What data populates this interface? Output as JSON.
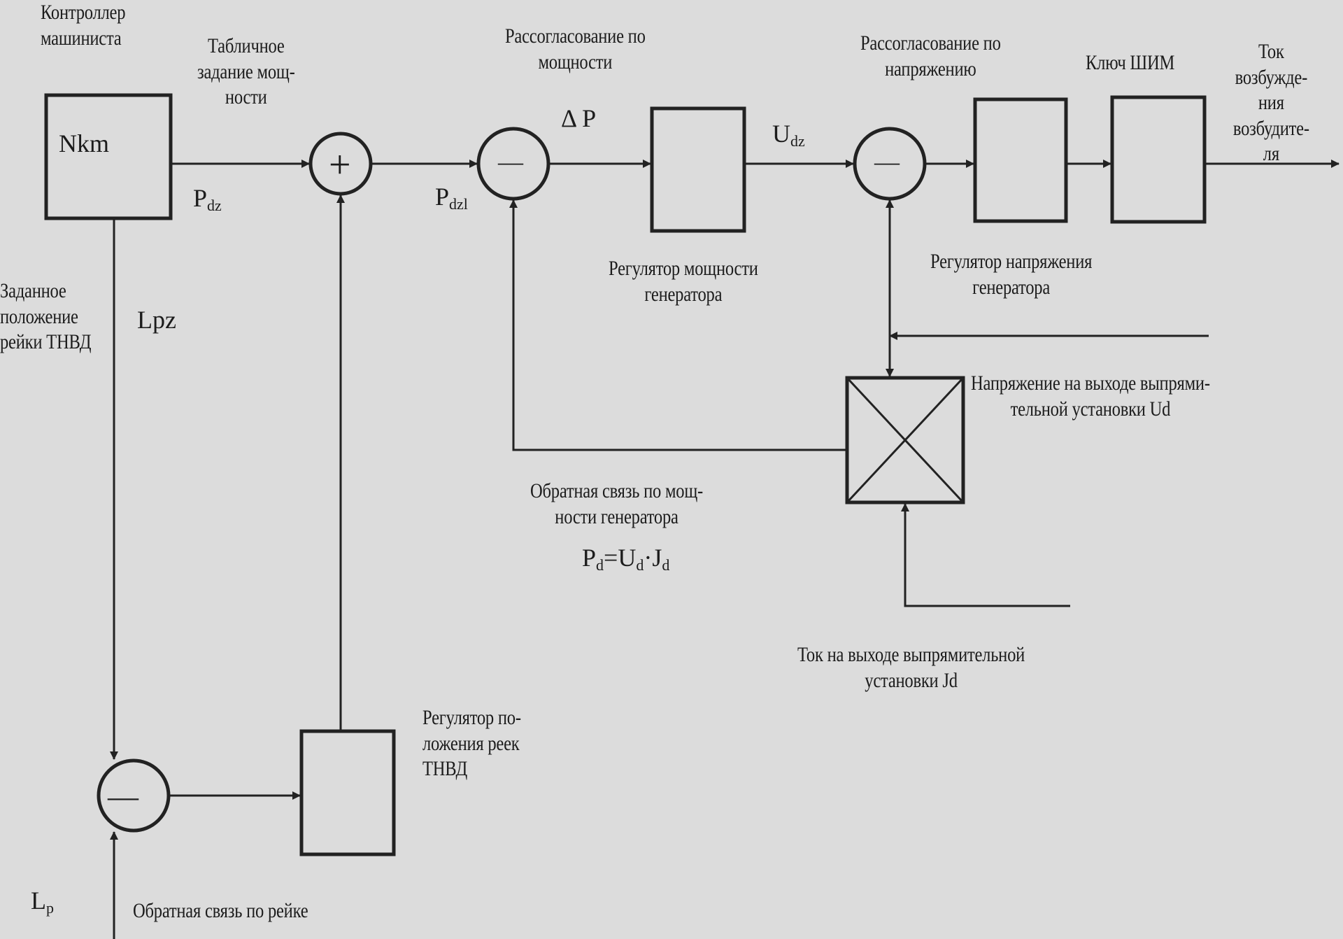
{
  "labels": {
    "controller": "Контроллер\nмашиниста",
    "table_power": "Табличное\nзадание мощ-\nности",
    "power_mismatch": "Рассогласование по\nмощности",
    "voltage_mismatch": "Рассогласование по\nнапряжению",
    "pwm_key": "Ключ ШИМ",
    "exciter_current": "Ток возбужде-\nния возбудите-\nля",
    "power_regulator": "Регулятор  мощности\nгенератора",
    "voltage_regulator": "Регулятор напряжения\nгенератора",
    "set_rack_position": "Заданное\nположение\nрейки ТНВД",
    "rectifier_voltage": "Напряжение на выходе выпрями-\nтельной установки Ud",
    "power_feedback": "Обратная связь по мощ-\nности генератора",
    "rectifier_current": "Ток на выходе выпрямительной\nустановки Jd",
    "rack_regulator": "Регулятор по-\nложения реек\nТНВД",
    "rack_feedback": "Обратная связь по рейке"
  },
  "symbols": {
    "nkm": "Nkm",
    "pdz_main": "P",
    "pdz_sub": "dz",
    "pdzl_main": "P",
    "pdzl_sub": "dzl",
    "delta_p": "Δ P",
    "udz_main": "U",
    "udz_sub": "dz",
    "lpz": "Lpz",
    "lp_main": "L",
    "lp_sub": "p",
    "pd_formula_p": "P",
    "pd_formula_p_sub": "d",
    "pd_formula_eq": "=U",
    "pd_formula_u_sub": "d",
    "pd_formula_dot": "·J",
    "pd_formula_j_sub": "d",
    "sum_plus": "+",
    "minus": "—"
  }
}
